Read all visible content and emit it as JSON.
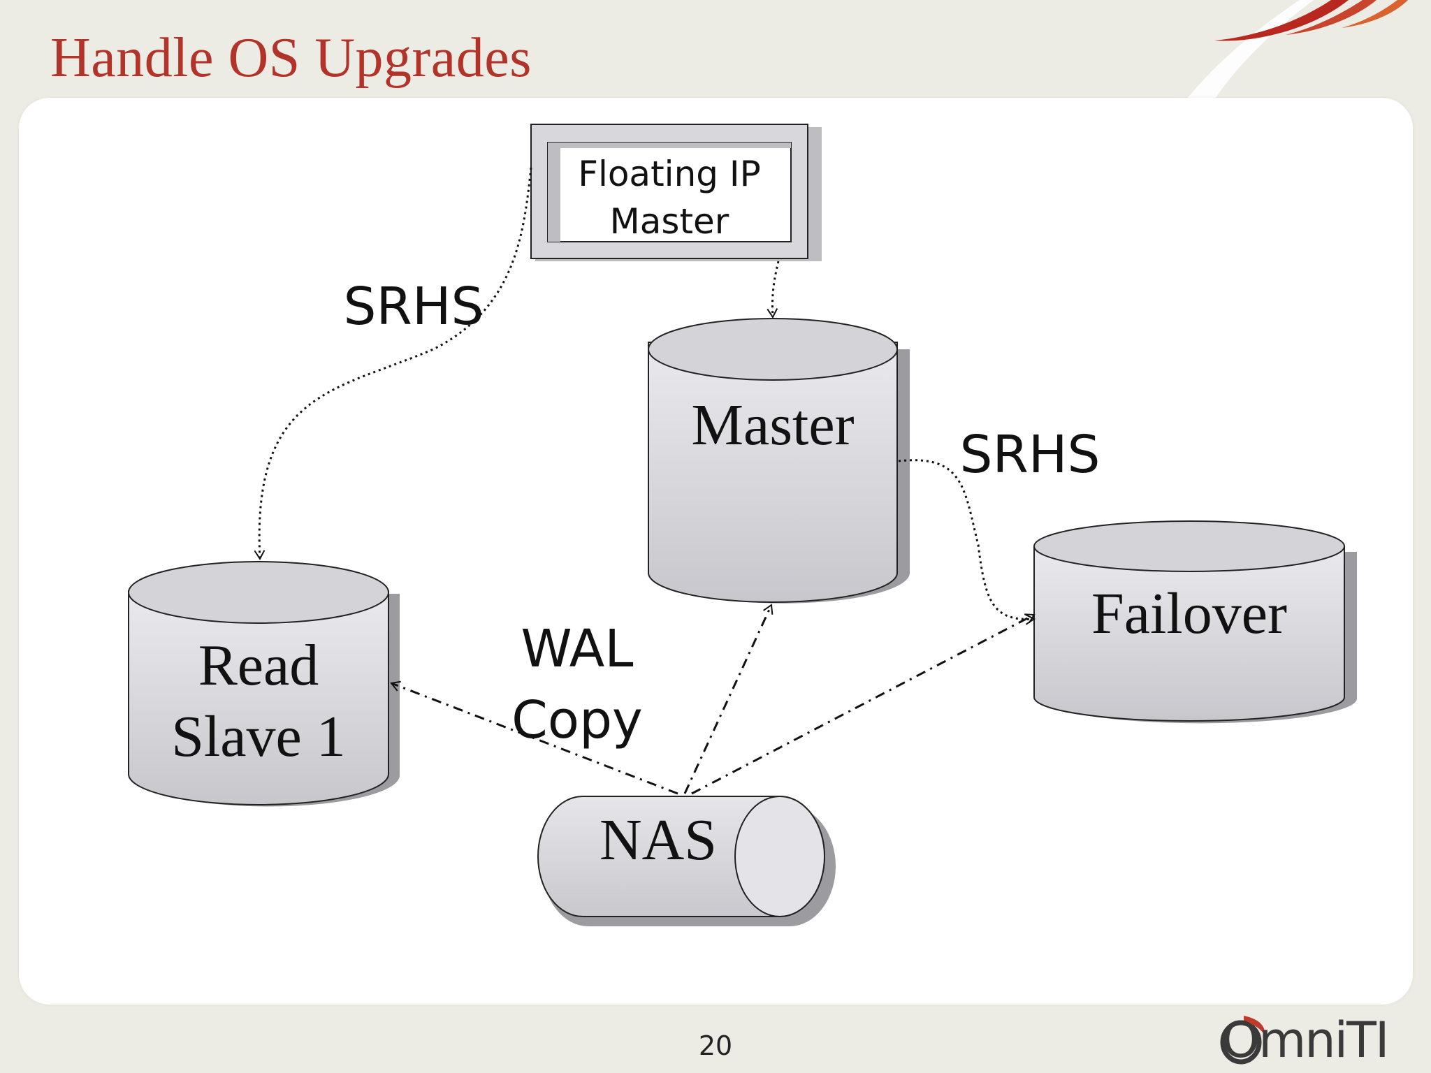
{
  "slide": {
    "title": "Handle OS Upgrades",
    "page_number": "20",
    "logo_text": "OmniTI"
  },
  "diagram": {
    "floating_ip": {
      "line1": "Floating IP",
      "line2": "Master"
    },
    "master": {
      "label": "Master"
    },
    "read_slave": {
      "line1": "Read",
      "line2": "Slave 1"
    },
    "failover": {
      "label": "Failover"
    },
    "nas": {
      "label": "NAS"
    },
    "edges": {
      "srhs_left": "SRHS",
      "srhs_right": "SRHS",
      "wal_line1": "WAL",
      "wal_line2": "Copy"
    }
  },
  "colors": {
    "title": "#b2332a",
    "background": "#ecebe4",
    "panel": "#ffffff",
    "node_fill_top": "#e6e6ea",
    "node_fill_bottom": "#c9c9cd"
  }
}
